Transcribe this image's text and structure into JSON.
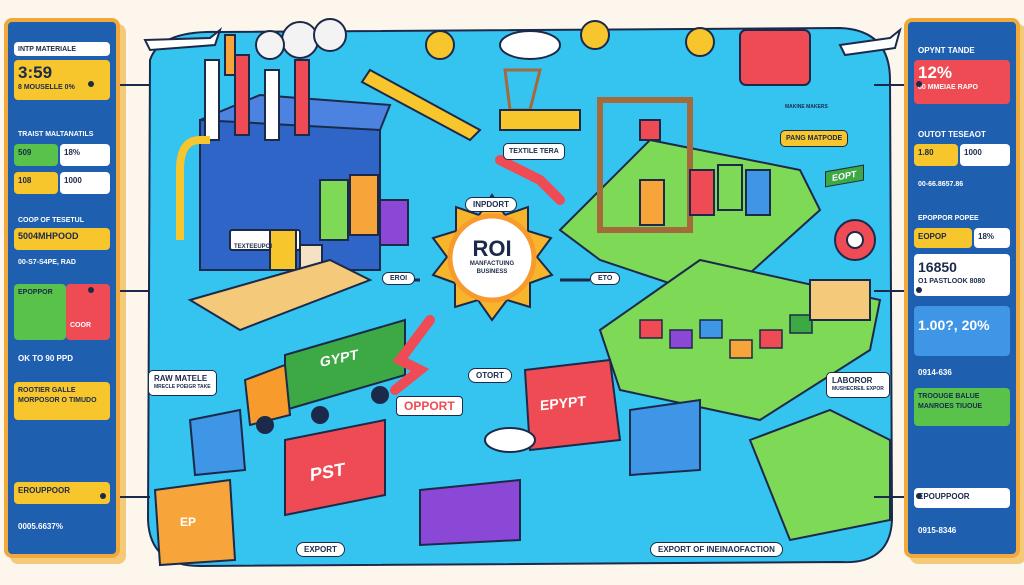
{
  "center": {
    "title": "ROI",
    "subtitle_line1": "MANFACTUING",
    "subtitle_line2": "BUSINESS"
  },
  "labels": {
    "import": "INPDORT",
    "export_small": "OTORT",
    "export_bottom": "EXPORT",
    "export_manufacturing": "EXPORT OF INEINAOFACTION",
    "opport": "OPPORT",
    "eroi": "EROI",
    "eto": "ETO",
    "textile_tag": "TEXTILE TERA",
    "pang": "PANG MATPODE",
    "raw": "RAW MATELE",
    "raw_sub": "MRECLE POEIGR TAKE",
    "labor": "LABOROR",
    "labor_sub": "MUSHECREIL EXPOR",
    "gypt_truck": "GYPT",
    "eypyt_container": "EPYPT",
    "pst_container": "PST",
    "erp_container": "EP",
    "eopt_flag": "EOPT",
    "factory_sign": "TEXTEEUPOI",
    "makers": "MAKINE MAKERS"
  },
  "left_panel": {
    "card1_title": "INTP MATERIALE",
    "card1_value": "3:59",
    "card1_sub": "8 MOUSELLE 0%",
    "section2_title": "TRAIST MALTANATILS",
    "card2a": "509",
    "card2b": "18%",
    "card2c": "108",
    "card2d": "1000",
    "section3_title": "COOP OF TESETUL",
    "card3_value": "5004MHPOOD",
    "card3_sub": "00-S7-S4PE, RAD",
    "card4_title": "EPOPPOR",
    "card4_side": "COOR",
    "card5_value": "OK TO 90 PPD",
    "card6_title": "ROOTIER GALLE",
    "card6_sub": "MORPOSOR O TIMUDO",
    "card7_title": "EROUPPOOR",
    "card7_sub": "0005.6637%"
  },
  "right_panel": {
    "card1_title": "OPYNT TANDE",
    "card1_value": "12%",
    "card1_sub": "80 MMEIAE RAPO",
    "section2_title": "OUTOT TESEAOT",
    "card2a": "1.80",
    "card2b": "1000",
    "card3_value": "00-66.8657.86",
    "card4_title": "EPOPPOR POPEE",
    "card5_title": "EOPOP",
    "card5_side": "18%",
    "card6_value": "16850",
    "card6_sub": "O1 PASTLOOK 8080",
    "card7_value": "1.00?, 20%",
    "card8_value": "0914-636",
    "card9_title": "TROOUGE BALUE",
    "card9_sub": "MANROES TIUOUE",
    "card10_title": "EPOUPPOOR",
    "card10_sub": "0915-8346"
  },
  "colors": {
    "sea": "#35c3f0",
    "land": "#7ed957",
    "navy": "#1b2a4a",
    "panel_blue": "#1f5fb0",
    "panel_border": "#f2a93b",
    "sun": "#f7b52c",
    "red": "#ef4b55"
  }
}
